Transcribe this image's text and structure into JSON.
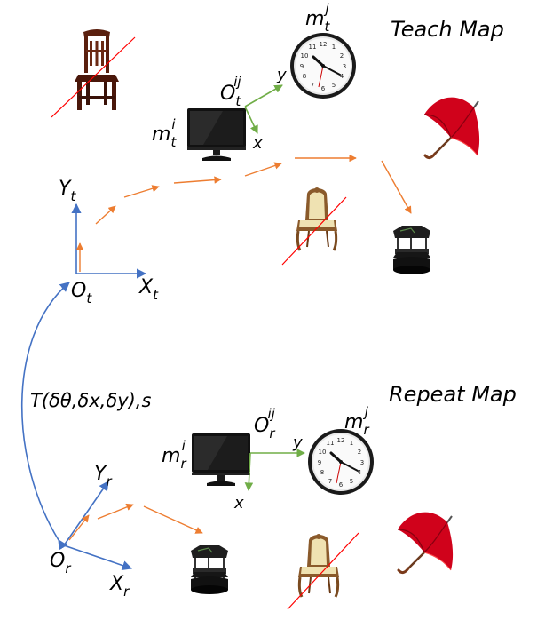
{
  "teach": {
    "title": "Teach Map",
    "origin": "O",
    "origin_sub": "t",
    "x_axis": "X",
    "x_sub": "t",
    "y_axis": "Y",
    "y_sub": "t",
    "obj_i": "m",
    "obj_i_sup": "i",
    "obj_i_sub": "t",
    "obj_j": "m",
    "obj_j_sup": "j",
    "obj_j_sub": "t",
    "local_origin": "O",
    "local_sup": "ij",
    "local_sub": "t",
    "local_x": "x",
    "local_y": "y"
  },
  "repeat": {
    "title": "Repeat Map",
    "origin": "O",
    "origin_sub": "r",
    "x_axis": "X",
    "x_sub": "r",
    "y_axis": "Y",
    "y_sub": "r",
    "obj_i": "m",
    "obj_i_sup": "i",
    "obj_i_sub": "r",
    "obj_j": "m",
    "obj_j_sup": "j",
    "obj_j_sub": "r",
    "local_origin": "O",
    "local_sup": "ij",
    "local_sub": "r",
    "local_x": "x",
    "local_y": "y"
  },
  "transform": "T(δθ,δx,δy),s",
  "colors": {
    "axis": "#4472c4",
    "path": "#ed7d31",
    "local": "#70ad47",
    "cross": "#ff0000"
  },
  "icons": [
    "chair-icon",
    "monitor-icon",
    "clock-icon",
    "umbrella-icon",
    "robot-icon",
    "armchair-icon"
  ]
}
